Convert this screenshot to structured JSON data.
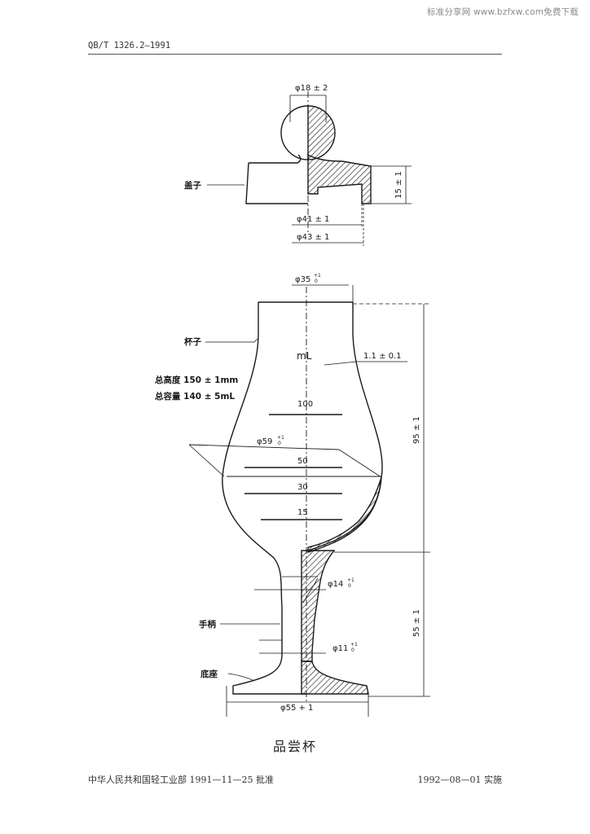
{
  "watermark": "标准分享网 www.bzfxw.com免费下载",
  "header": {
    "standard_code": "QB/T 1326.2—1991"
  },
  "lid": {
    "label": "盖子",
    "dim_top": "φ18 ± 2",
    "dim_height": "15 ± 1",
    "dim_inner": "φ41 ± 1",
    "dim_outer": "φ43 ± 1"
  },
  "glass": {
    "label_bowl": "杯子",
    "label_handle": "手柄",
    "label_base": "底座",
    "dim_top_diameter": "φ35",
    "dim_top_tol_upper": "+1",
    "dim_top_tol_lower": "0",
    "unit_mark": "mL",
    "wall_thickness": "1.1 ± 0.1",
    "total_height": "总高度 150 ± 1mm",
    "total_capacity": "总容量 140 ± 5mL",
    "dim_bowl_diameter": "φ59",
    "dim_bowl_tol_upper": "+1",
    "dim_bowl_tol_lower": "0",
    "marks": [
      "100",
      "50",
      "30",
      "15"
    ],
    "dim_bowl_height": "95 ± 1",
    "dim_stem_upper": "φ14",
    "dim_stem_upper_tol_upper": "+1",
    "dim_stem_upper_tol_lower": "0",
    "dim_stem_height": "55 ± 1",
    "dim_stem_lower": "φ11",
    "dim_stem_lower_tol_upper": "+1",
    "dim_stem_lower_tol_lower": "0",
    "dim_base_diameter": "φ55 + 1"
  },
  "caption": "品尝杯",
  "footer": {
    "approval": "中华人民共和国轻工业部 1991—11—25 批准",
    "implementation": "1992—08—01 实施"
  }
}
